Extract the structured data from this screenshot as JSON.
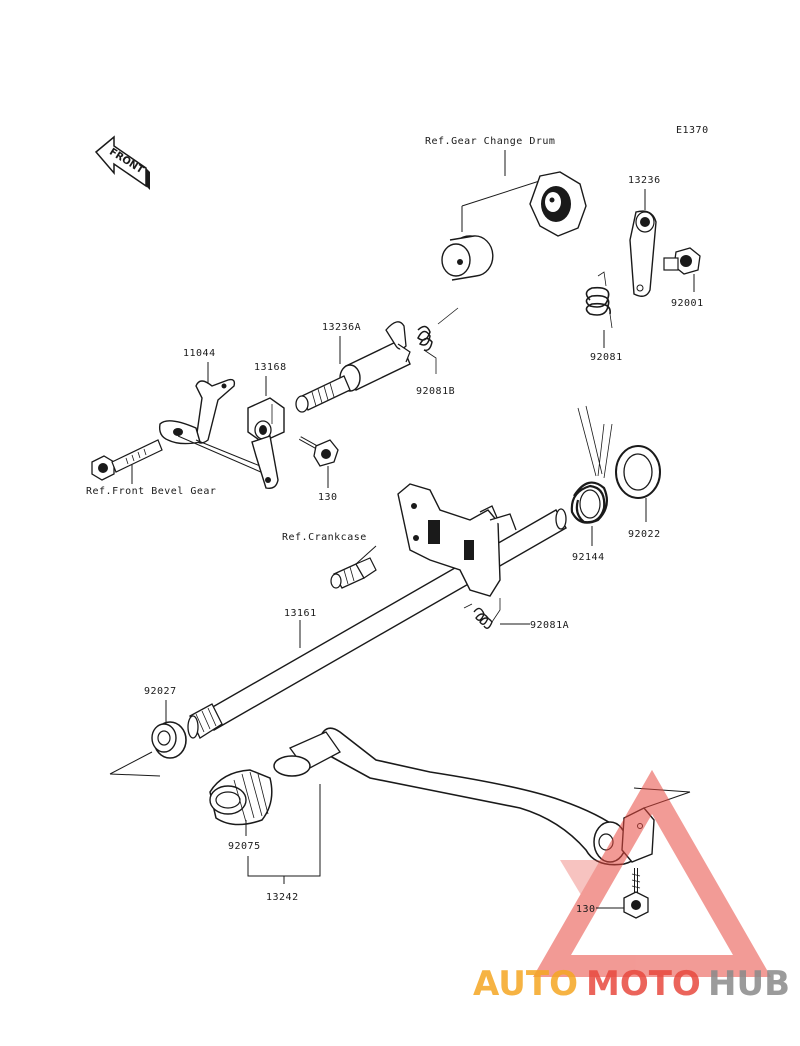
{
  "diagram_id": "E1370",
  "front_label": "FRONT",
  "labels": {
    "ref_gear_change_drum": "Ref.Gear Change Drum",
    "p13236": "13236",
    "p92001": "92001",
    "p92081": "92081",
    "p13236A": "13236A",
    "p92081B": "92081B",
    "p11044": "11044",
    "p13168": "13168",
    "p130_top": "130",
    "ref_front_bevel_gear": "Ref.Front Bevel Gear",
    "ref_crankcase": "Ref.Crankcase",
    "p92144": "92144",
    "p92022": "92022",
    "p92081A": "92081A",
    "p13161": "13161",
    "p92027": "92027",
    "p92075": "92075",
    "p13242": "13242",
    "p130_bottom": "130"
  },
  "watermark": {
    "part1": "AUTO",
    "part2": "MOTO",
    "part3": "HUB",
    "color_orange": "#f5a623",
    "color_red": "#e8493f",
    "color_gray": "#8a8a8a"
  }
}
